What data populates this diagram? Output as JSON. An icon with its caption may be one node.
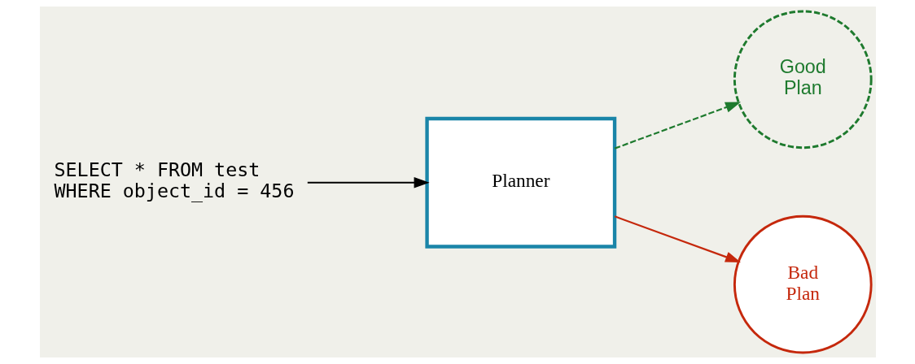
{
  "diagram": {
    "nodes": [
      {
        "text": [
          "SELECT * FROM test WHERE object_id = 456"
        ]
      },
      {
        "text": [
          "Planner"
        ]
      },
      {
        "text": [
          "Good Plan"
        ]
      },
      {
        "text": [
          "Bad Plan"
        ]
      }
    ],
    "edges": [
      {
        "from": 0,
        "to": 1,
        "arrow": "to"
      },
      {
        "from": 1,
        "to": 2,
        "arrow": "to",
        "style": "dashed",
        "color": "#1e7a2e"
      },
      {
        "from": 1,
        "to": 3,
        "arrow": "to",
        "color": "#c5280c"
      }
    ]
  }
}
